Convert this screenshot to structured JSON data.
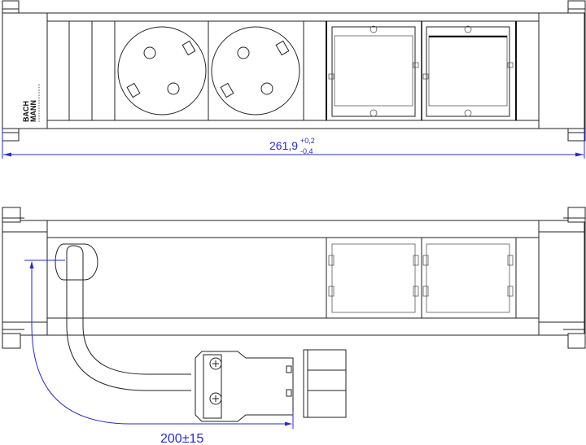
{
  "top_view": {
    "brand_logo": "BACHMANN",
    "width_dimension": {
      "value": "261,9",
      "tol_plus": "+0,2",
      "tol_minus": "-0,4"
    }
  },
  "bottom_view": {
    "cable_length_dimension": "200±15"
  },
  "colors": {
    "dimension": "#2a2ad0",
    "lines": "#222222"
  }
}
